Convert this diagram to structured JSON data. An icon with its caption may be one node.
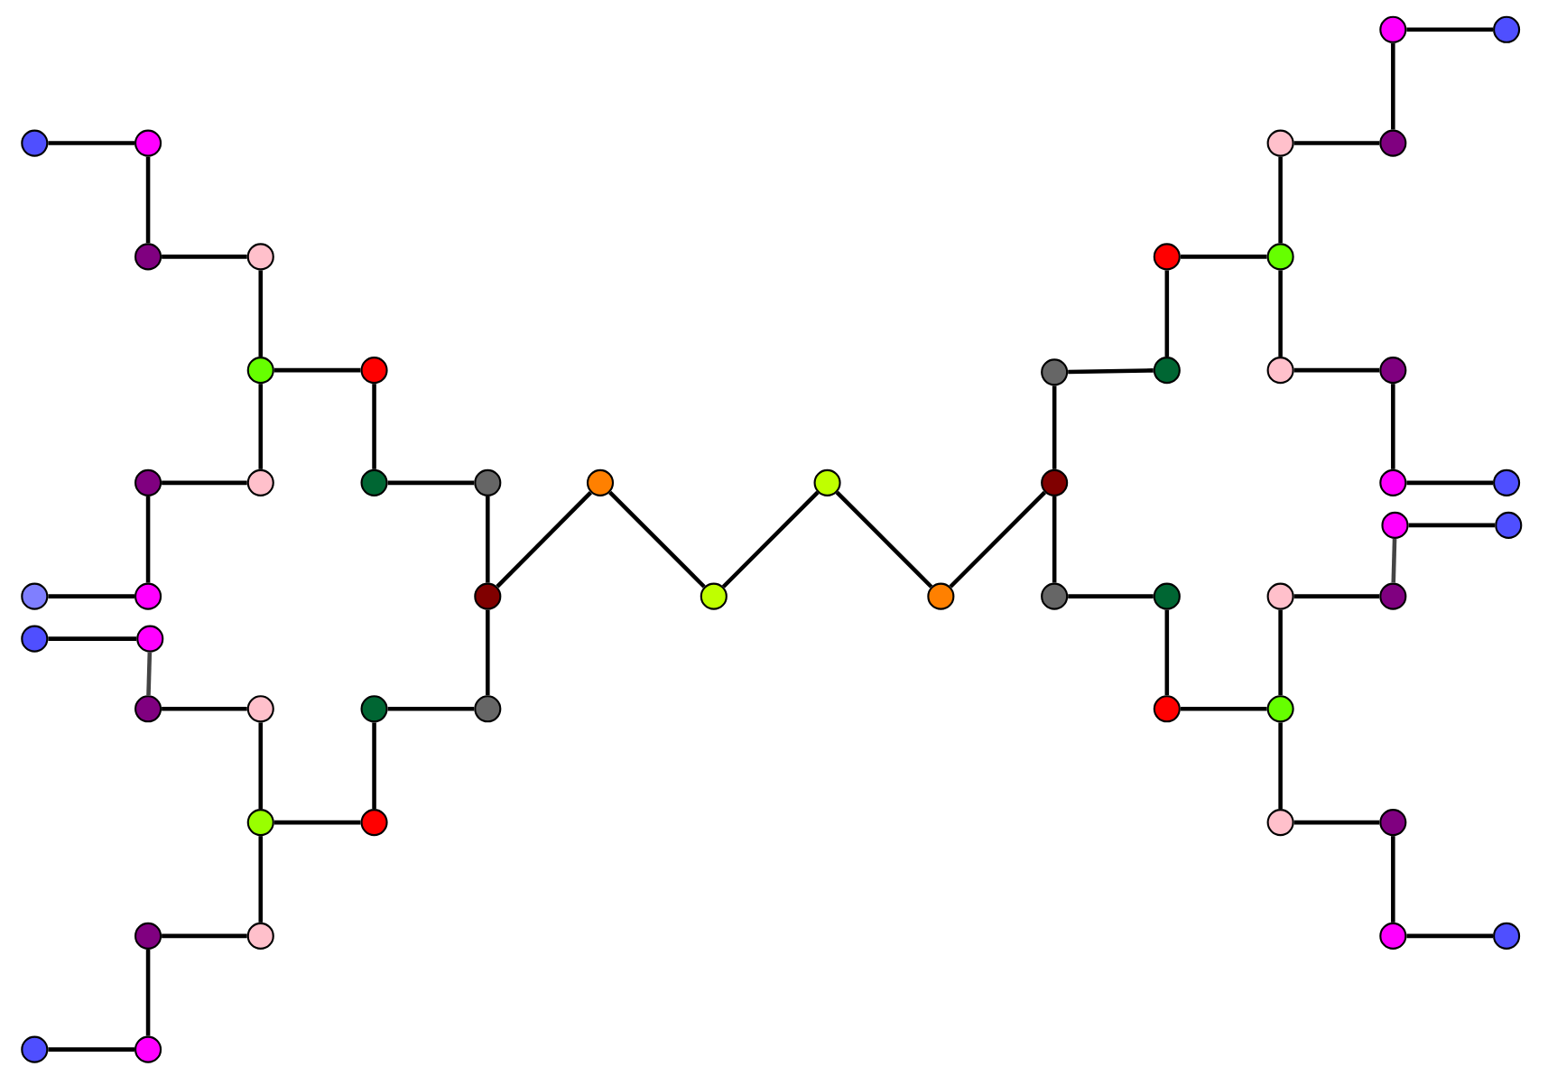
{
  "diagram": {
    "nodes": [
      {
        "text": [],
        "shape": "circle"
      },
      {
        "text": [],
        "shape": "circle"
      },
      {
        "text": [],
        "shape": "circle"
      },
      {
        "text": [],
        "shape": "circle"
      },
      {
        "text": [],
        "shape": "circle"
      },
      {
        "text": [],
        "shape": "circle"
      },
      {
        "text": [],
        "shape": "circle"
      },
      {
        "text": [],
        "shape": "circle"
      },
      {
        "text": [],
        "shape": "circle"
      },
      {
        "text": [],
        "shape": "circle"
      },
      {
        "text": [],
        "shape": "circle"
      },
      {
        "text": [],
        "shape": "circle"
      },
      {
        "text": [],
        "shape": "circle"
      },
      {
        "text": [],
        "shape": "circle"
      },
      {
        "text": [],
        "shape": "circle"
      },
      {
        "text": [],
        "shape": "circle"
      },
      {
        "text": [],
        "shape": "circle"
      },
      {
        "text": [],
        "shape": "circle"
      },
      {
        "text": [],
        "shape": "circle"
      },
      {
        "text": [],
        "shape": "circle"
      },
      {
        "text": [],
        "shape": "circle"
      },
      {
        "text": [],
        "shape": "circle"
      },
      {
        "text": [],
        "shape": "circle"
      },
      {
        "text": [],
        "shape": "circle"
      },
      {
        "text": [],
        "shape": "circle"
      },
      {
        "text": [],
        "shape": "circle"
      },
      {
        "text": [],
        "shape": "circle"
      },
      {
        "text": [],
        "shape": "circle"
      },
      {
        "text": [],
        "shape": "circle"
      },
      {
        "text": [],
        "shape": "circle"
      },
      {
        "text": [],
        "shape": "circle"
      },
      {
        "text": [],
        "shape": "circle"
      },
      {
        "text": [],
        "shape": "circle"
      },
      {
        "text": [],
        "shape": "circle"
      },
      {
        "text": [],
        "shape": "circle"
      },
      {
        "text": [],
        "shape": "circle"
      },
      {
        "text": [],
        "shape": "circle"
      },
      {
        "text": [],
        "shape": "circle"
      },
      {
        "text": [],
        "shape": "circle"
      },
      {
        "text": [],
        "shape": "circle"
      },
      {
        "text": [],
        "shape": "circle"
      },
      {
        "text": [],
        "shape": "circle"
      },
      {
        "text": [],
        "shape": "circle"
      },
      {
        "text": [],
        "shape": "circle"
      },
      {
        "text": [],
        "shape": "circle"
      },
      {
        "text": [],
        "shape": "circle"
      },
      {
        "text": [],
        "shape": "circle"
      },
      {
        "text": [],
        "shape": "circle"
      },
      {
        "text": [],
        "shape": "circle"
      },
      {
        "text": [],
        "shape": "circle"
      },
      {
        "text": [],
        "shape": "circle"
      },
      {
        "text": [],
        "shape": "circle"
      },
      {
        "text": [],
        "shape": "circle"
      },
      {
        "text": [],
        "shape": "circle"
      }
    ],
    "edges": [
      {
        "from": 0,
        "to": 1,
        "arrow": "none"
      },
      {
        "from": 0,
        "to": 5,
        "arrow": "none"
      },
      {
        "from": 4,
        "to": 5,
        "arrow": "none"
      },
      {
        "from": 4,
        "to": 9,
        "arrow": "none"
      },
      {
        "from": 8,
        "to": 9,
        "arrow": "none"
      },
      {
        "from": 8,
        "to": 13,
        "arrow": "none"
      },
      {
        "from": 13,
        "to": 12,
        "arrow": "none"
      },
      {
        "from": 12,
        "to": 22,
        "arrow": "none"
      },
      {
        "from": 9,
        "to": 14,
        "arrow": "none"
      },
      {
        "from": 14,
        "to": 15,
        "arrow": "none"
      },
      {
        "from": 15,
        "to": 23,
        "arrow": "none"
      },
      {
        "from": 23,
        "to": 24,
        "arrow": "none"
      },
      {
        "from": 25,
        "to": 26,
        "arrow": "none"
      },
      {
        "from": 25,
        "to": 35,
        "arrow": "none",
        "color": "#444444"
      },
      {
        "from": 34,
        "to": 35,
        "arrow": "none"
      },
      {
        "from": 34,
        "to": 43,
        "arrow": "none"
      },
      {
        "from": 42,
        "to": 43,
        "arrow": "none"
      },
      {
        "from": 42,
        "to": 33,
        "arrow": "none"
      },
      {
        "from": 33,
        "to": 32,
        "arrow": "none"
      },
      {
        "from": 32,
        "to": 22,
        "arrow": "none"
      },
      {
        "from": 43,
        "to": 46,
        "arrow": "none"
      },
      {
        "from": 46,
        "to": 47,
        "arrow": "none"
      },
      {
        "from": 47,
        "to": 50,
        "arrow": "none"
      },
      {
        "from": 50,
        "to": 51,
        "arrow": "none"
      },
      {
        "from": 22,
        "to": 31,
        "arrow": "none"
      },
      {
        "from": 31,
        "to": 21,
        "arrow": "none"
      },
      {
        "from": 21,
        "to": 30,
        "arrow": "none"
      },
      {
        "from": 30,
        "to": 20,
        "arrow": "none"
      },
      {
        "from": 20,
        "to": 29,
        "arrow": "none"
      },
      {
        "from": 29,
        "to": 19,
        "arrow": "none"
      },
      {
        "from": 29,
        "to": 41,
        "arrow": "none"
      },
      {
        "from": 19,
        "to": 18,
        "arrow": "none"
      },
      {
        "from": 18,
        "to": 11,
        "arrow": "none"
      },
      {
        "from": 11,
        "to": 10,
        "arrow": "none"
      },
      {
        "from": 10,
        "to": 7,
        "arrow": "none"
      },
      {
        "from": 10,
        "to": 17,
        "arrow": "none"
      },
      {
        "from": 7,
        "to": 6,
        "arrow": "none"
      },
      {
        "from": 6,
        "to": 3,
        "arrow": "none"
      },
      {
        "from": 3,
        "to": 2,
        "arrow": "none"
      },
      {
        "from": 17,
        "to": 16,
        "arrow": "none"
      },
      {
        "from": 16,
        "to": 28,
        "arrow": "none"
      },
      {
        "from": 28,
        "to": 27,
        "arrow": "none"
      },
      {
        "from": 36,
        "to": 37,
        "arrow": "none"
      },
      {
        "from": 37,
        "to": 38,
        "arrow": "none",
        "color": "#444444"
      },
      {
        "from": 38,
        "to": 39,
        "arrow": "none"
      },
      {
        "from": 39,
        "to": 44,
        "arrow": "none"
      },
      {
        "from": 44,
        "to": 45,
        "arrow": "none"
      },
      {
        "from": 45,
        "to": 40,
        "arrow": "none"
      },
      {
        "from": 40,
        "to": 41,
        "arrow": "none"
      },
      {
        "from": 44,
        "to": 49,
        "arrow": "none"
      },
      {
        "from": 49,
        "to": 48,
        "arrow": "none"
      },
      {
        "from": 48,
        "to": 53,
        "arrow": "none"
      },
      {
        "from": 53,
        "to": 52,
        "arrow": "none"
      }
    ]
  }
}
